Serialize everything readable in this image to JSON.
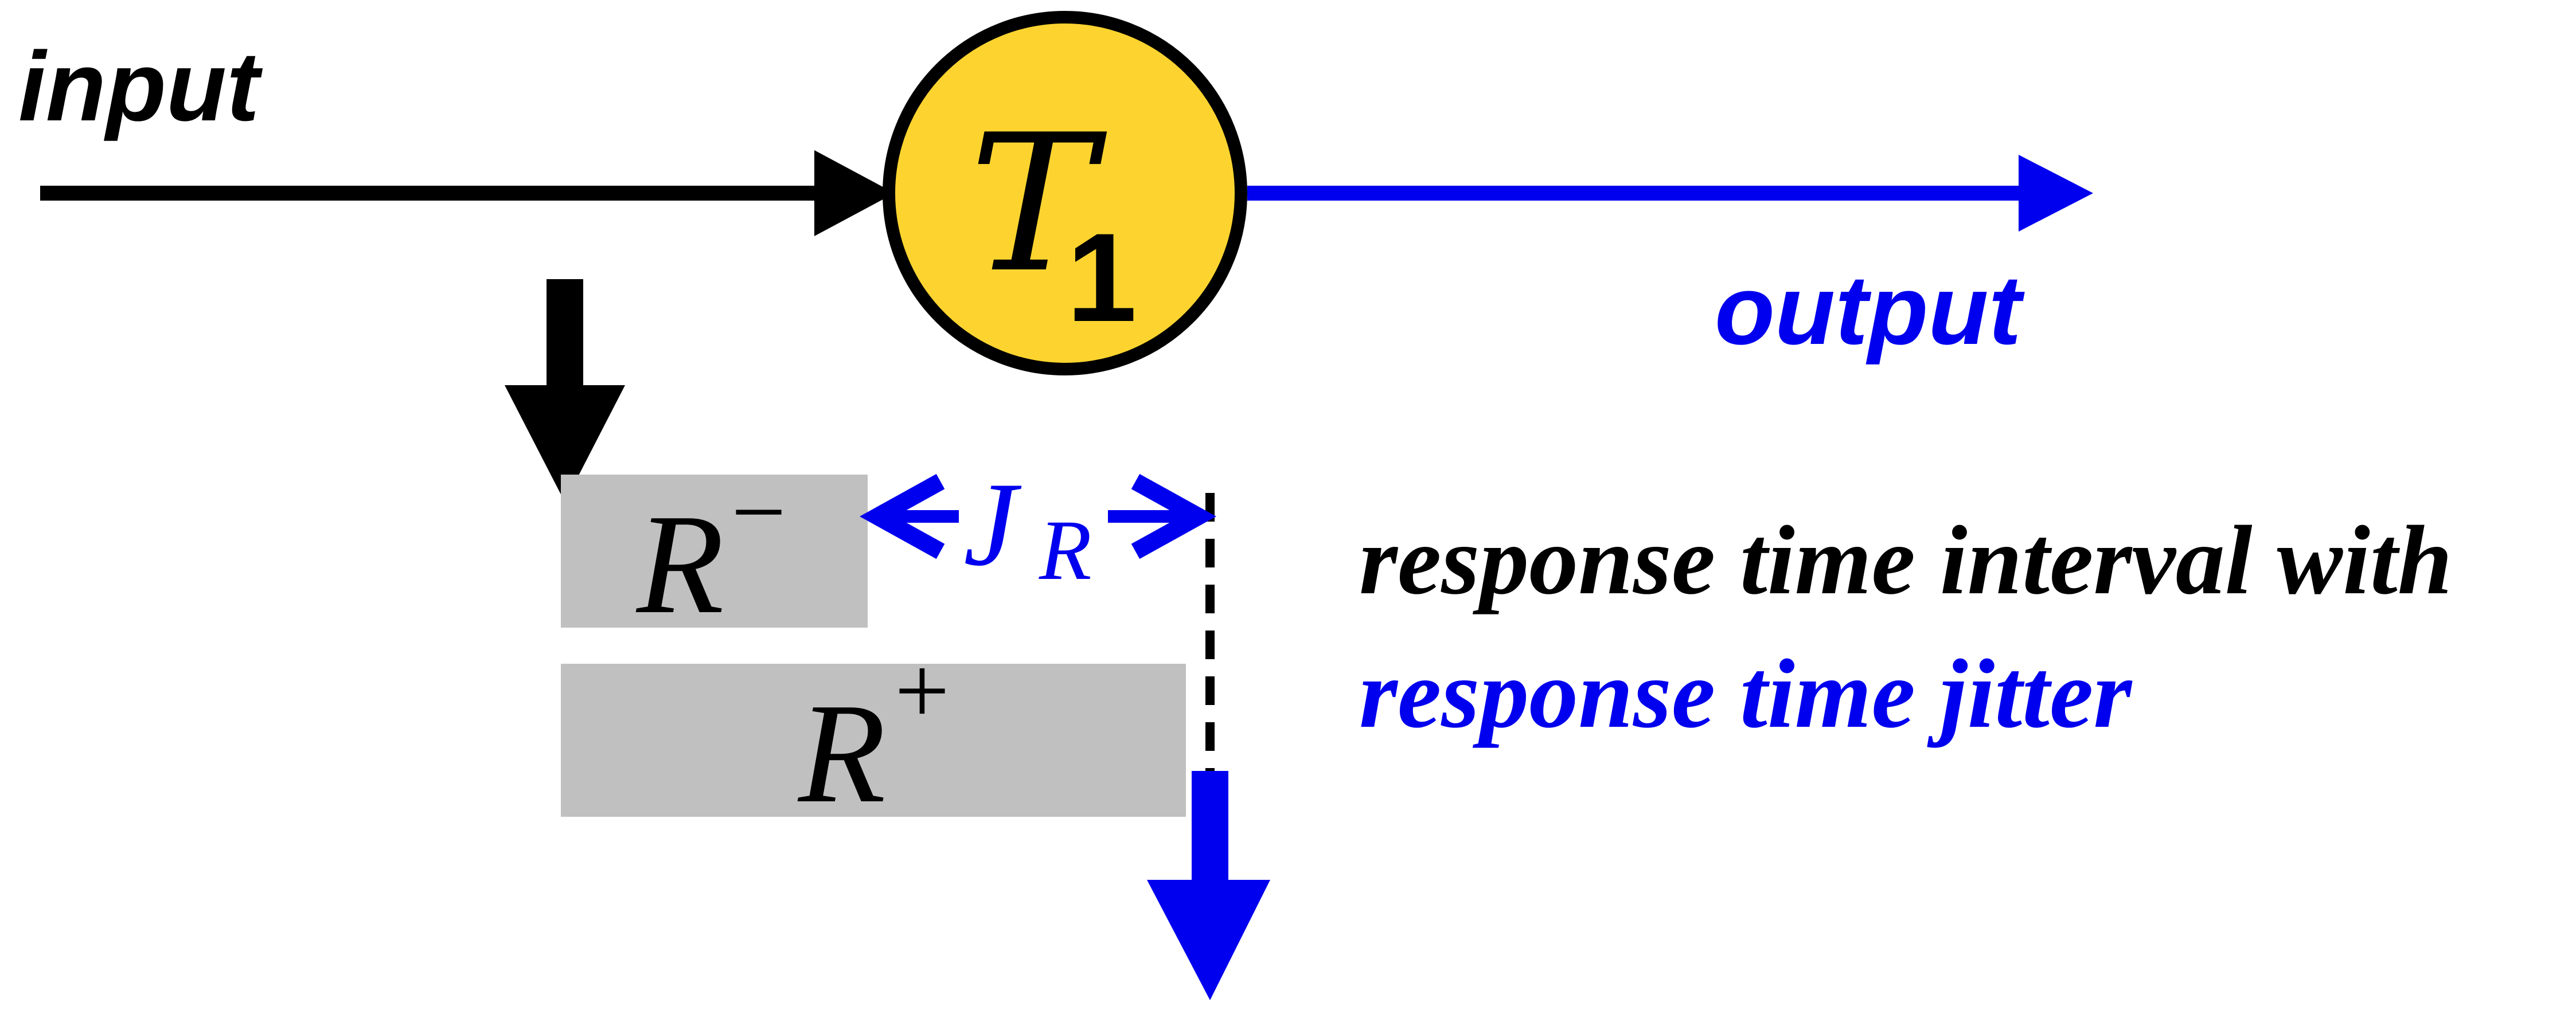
{
  "input_label": "input",
  "output_label": "output",
  "task": {
    "symbol": "T",
    "subscript": "1"
  },
  "interval_min": {
    "symbol": "R",
    "superscript": "−"
  },
  "interval_max": {
    "symbol": "R",
    "superscript": "+"
  },
  "jitter": {
    "symbol": "J",
    "subscript": "R"
  },
  "caption": {
    "line1": "response time interval with",
    "line2": "response time jitter"
  },
  "colors": {
    "black": "#000000",
    "blue": "#0000ee",
    "task_fill": "#fdd42f",
    "interval_fill": "#c0c0c0"
  }
}
